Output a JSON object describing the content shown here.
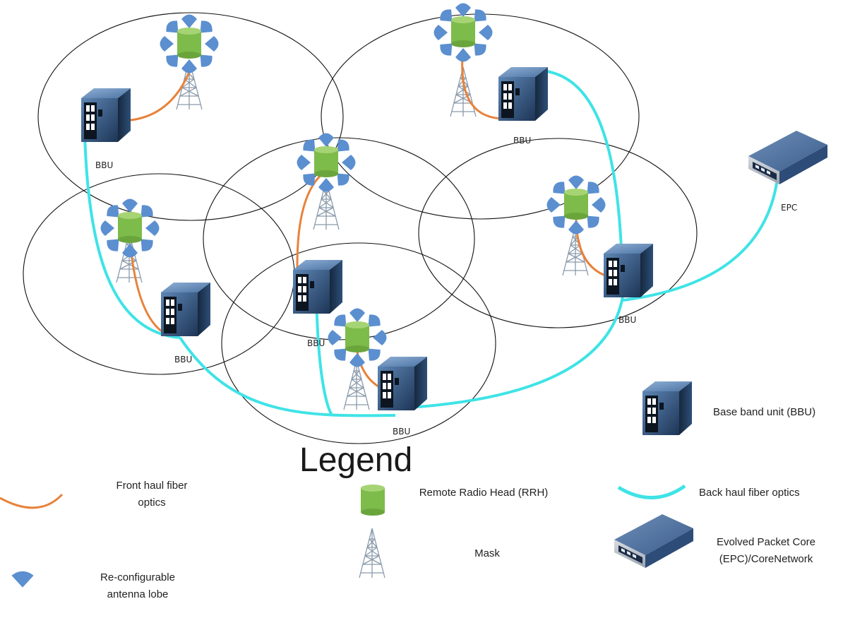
{
  "labels": {
    "bbu": "BBU",
    "epc": "EPC"
  },
  "legend": {
    "title": "Legend",
    "fronthaul": "Front haul fiber optics",
    "rrh": "Remote Radio Head (RRH)",
    "backhaul": "Back haul fiber optics",
    "bbu": "Base band unit (BBU)",
    "epc": "Evolved Packet Core (EPC)/CoreNetwork",
    "lobe": "Re-configurable antenna lobe",
    "mask": "Mask"
  },
  "colors": {
    "fronthaul": "#e8823a",
    "backhaul": "#3fe3e6",
    "rrh": "#7dbb4a",
    "lobe": "#5b8fd0",
    "bbu": "#274b74",
    "cell_outline": "#111111"
  },
  "icons": [
    "cell-circle",
    "rrh-icon",
    "antenna-lobe-icon",
    "tower-mast-icon",
    "bbu-icon",
    "epc-icon"
  ]
}
